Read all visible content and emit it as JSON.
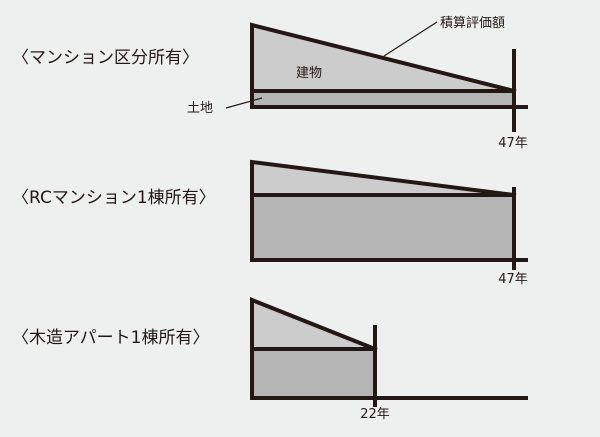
{
  "colors": {
    "background": "#eef0f0",
    "building": "#cccccc",
    "land": "#b5b5b5",
    "line": "#231815"
  },
  "diagrams": [
    {
      "title": "〈マンション区分所有〉",
      "years_label": "47年",
      "building_label": "建物",
      "land_label": "土地",
      "valuation_label": "積算評価額"
    },
    {
      "title": "〈RCマンション1棟所有〉",
      "years_label": "47年"
    },
    {
      "title": "〈木造アパート1棟所有〉",
      "years_label": "22年"
    }
  ]
}
